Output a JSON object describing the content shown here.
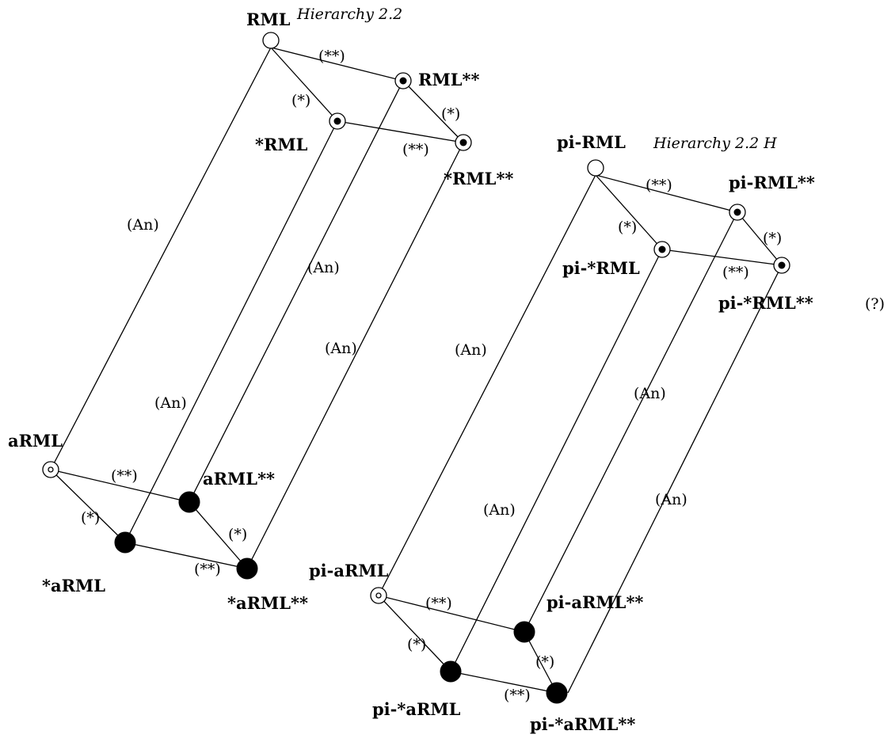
{
  "left_cube": {
    "title_node": "RML",
    "title_caption": "Hierarchy 2.2",
    "nodes": {
      "rml": "RML",
      "rml_ss": "RML**",
      "s_rml": "*RML",
      "s_rml_ss": "*RML**",
      "a_rml": "aRML",
      "a_rml_ss": "aRML**",
      "s_a_rml": "*aRML",
      "s_a_rml_ss": "*aRML**"
    },
    "edge_labels": {
      "top_ss": "(**)",
      "top_s": "(*)",
      "top_s2": "(*)",
      "top_ss2": "(**)",
      "an1": "(An)",
      "an2": "(An)",
      "an3": "(An)",
      "an4": "(An)",
      "bot_ss": "(**)",
      "bot_s": "(*)",
      "bot_s2": "(*)",
      "bot_ss2": "(**)"
    }
  },
  "right_cube": {
    "title_node": "pi-RML",
    "title_caption": "Hierarchy 2.2 H",
    "nodes": {
      "rml": "pi-RML",
      "rml_ss": "pi-RML**",
      "s_rml": "pi-*RML",
      "s_rml_ss": "pi-*RML**",
      "a_rml": "pi-aRML",
      "a_rml_ss": "pi-aRML**",
      "s_a_rml": "pi-*aRML",
      "s_a_rml_ss": "pi-*aRML**"
    },
    "question_mark": "(?)",
    "edge_labels": {
      "top_ss": "(**)",
      "top_s": "(*)",
      "top_s2": "(*)",
      "top_ss2": "(**)",
      "an1": "(An)",
      "an2": "(An)",
      "an3": "(An)",
      "an4": "(An)",
      "bot_ss": "(**)",
      "bot_s": "(*)",
      "bot_s2": "(*)",
      "bot_ss2": "(**)"
    }
  }
}
